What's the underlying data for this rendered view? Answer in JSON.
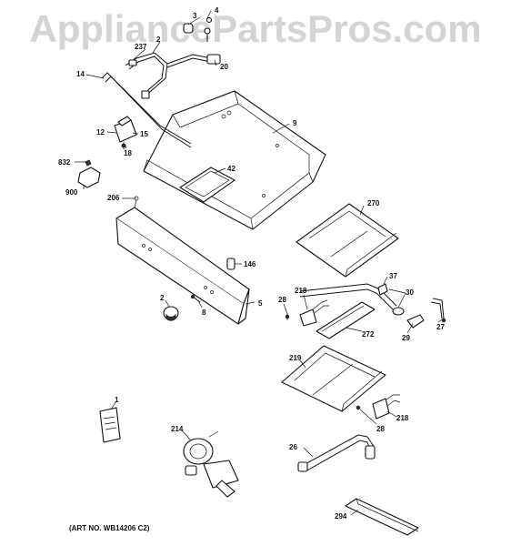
{
  "watermark": "AppliancePartsPros.com",
  "art_number": "(ART NO. WB14206 C2)",
  "callouts": [
    {
      "key": "c3",
      "text": "3"
    },
    {
      "key": "c4",
      "text": "4"
    },
    {
      "key": "c237",
      "text": "237"
    },
    {
      "key": "c2a",
      "text": "2"
    },
    {
      "key": "c20",
      "text": "20"
    },
    {
      "key": "c14",
      "text": "14"
    },
    {
      "key": "c9",
      "text": "9"
    },
    {
      "key": "c12",
      "text": "12"
    },
    {
      "key": "c15",
      "text": "15"
    },
    {
      "key": "c18",
      "text": "18"
    },
    {
      "key": "c42",
      "text": "42"
    },
    {
      "key": "c832",
      "text": "832"
    },
    {
      "key": "c900",
      "text": "900"
    },
    {
      "key": "c206",
      "text": "206"
    },
    {
      "key": "c270",
      "text": "270"
    },
    {
      "key": "c146",
      "text": "146"
    },
    {
      "key": "c37",
      "text": "37"
    },
    {
      "key": "c2b",
      "text": "2"
    },
    {
      "key": "c5",
      "text": "5"
    },
    {
      "key": "c8",
      "text": "8"
    },
    {
      "key": "c28a",
      "text": "28"
    },
    {
      "key": "c218a",
      "text": "218"
    },
    {
      "key": "c30",
      "text": "30"
    },
    {
      "key": "c272",
      "text": "272"
    },
    {
      "key": "c29",
      "text": "29"
    },
    {
      "key": "c27",
      "text": "27"
    },
    {
      "key": "c219",
      "text": "219"
    },
    {
      "key": "c1",
      "text": "1"
    },
    {
      "key": "c218b",
      "text": "218"
    },
    {
      "key": "c28b",
      "text": "28"
    },
    {
      "key": "c214",
      "text": "214"
    },
    {
      "key": "c26",
      "text": "26"
    },
    {
      "key": "c294",
      "text": "294"
    }
  ]
}
